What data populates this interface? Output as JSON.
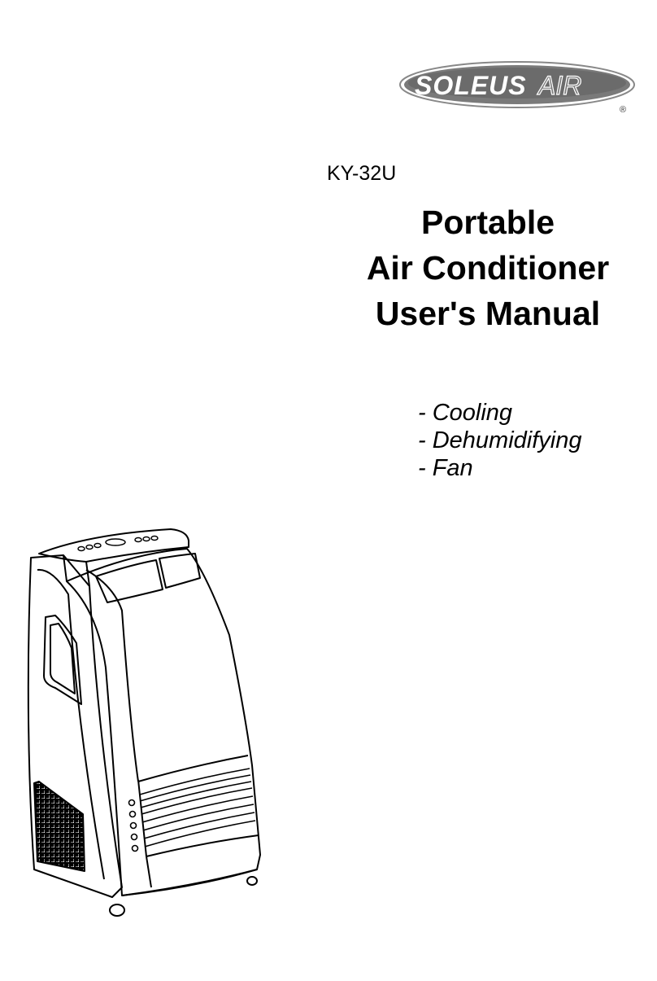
{
  "cover": {
    "brand_logo": {
      "text": "SOLEUSAIR",
      "registered": "®",
      "icon": "soleusair-logo"
    },
    "model": "KY-32U",
    "title_lines": [
      "Portable",
      "Air Conditioner",
      "User's Manual"
    ],
    "features": [
      "- Cooling",
      "- Dehumidifying",
      "- Fan"
    ],
    "illustration": {
      "icon": "portable-air-conditioner-illustration"
    }
  }
}
